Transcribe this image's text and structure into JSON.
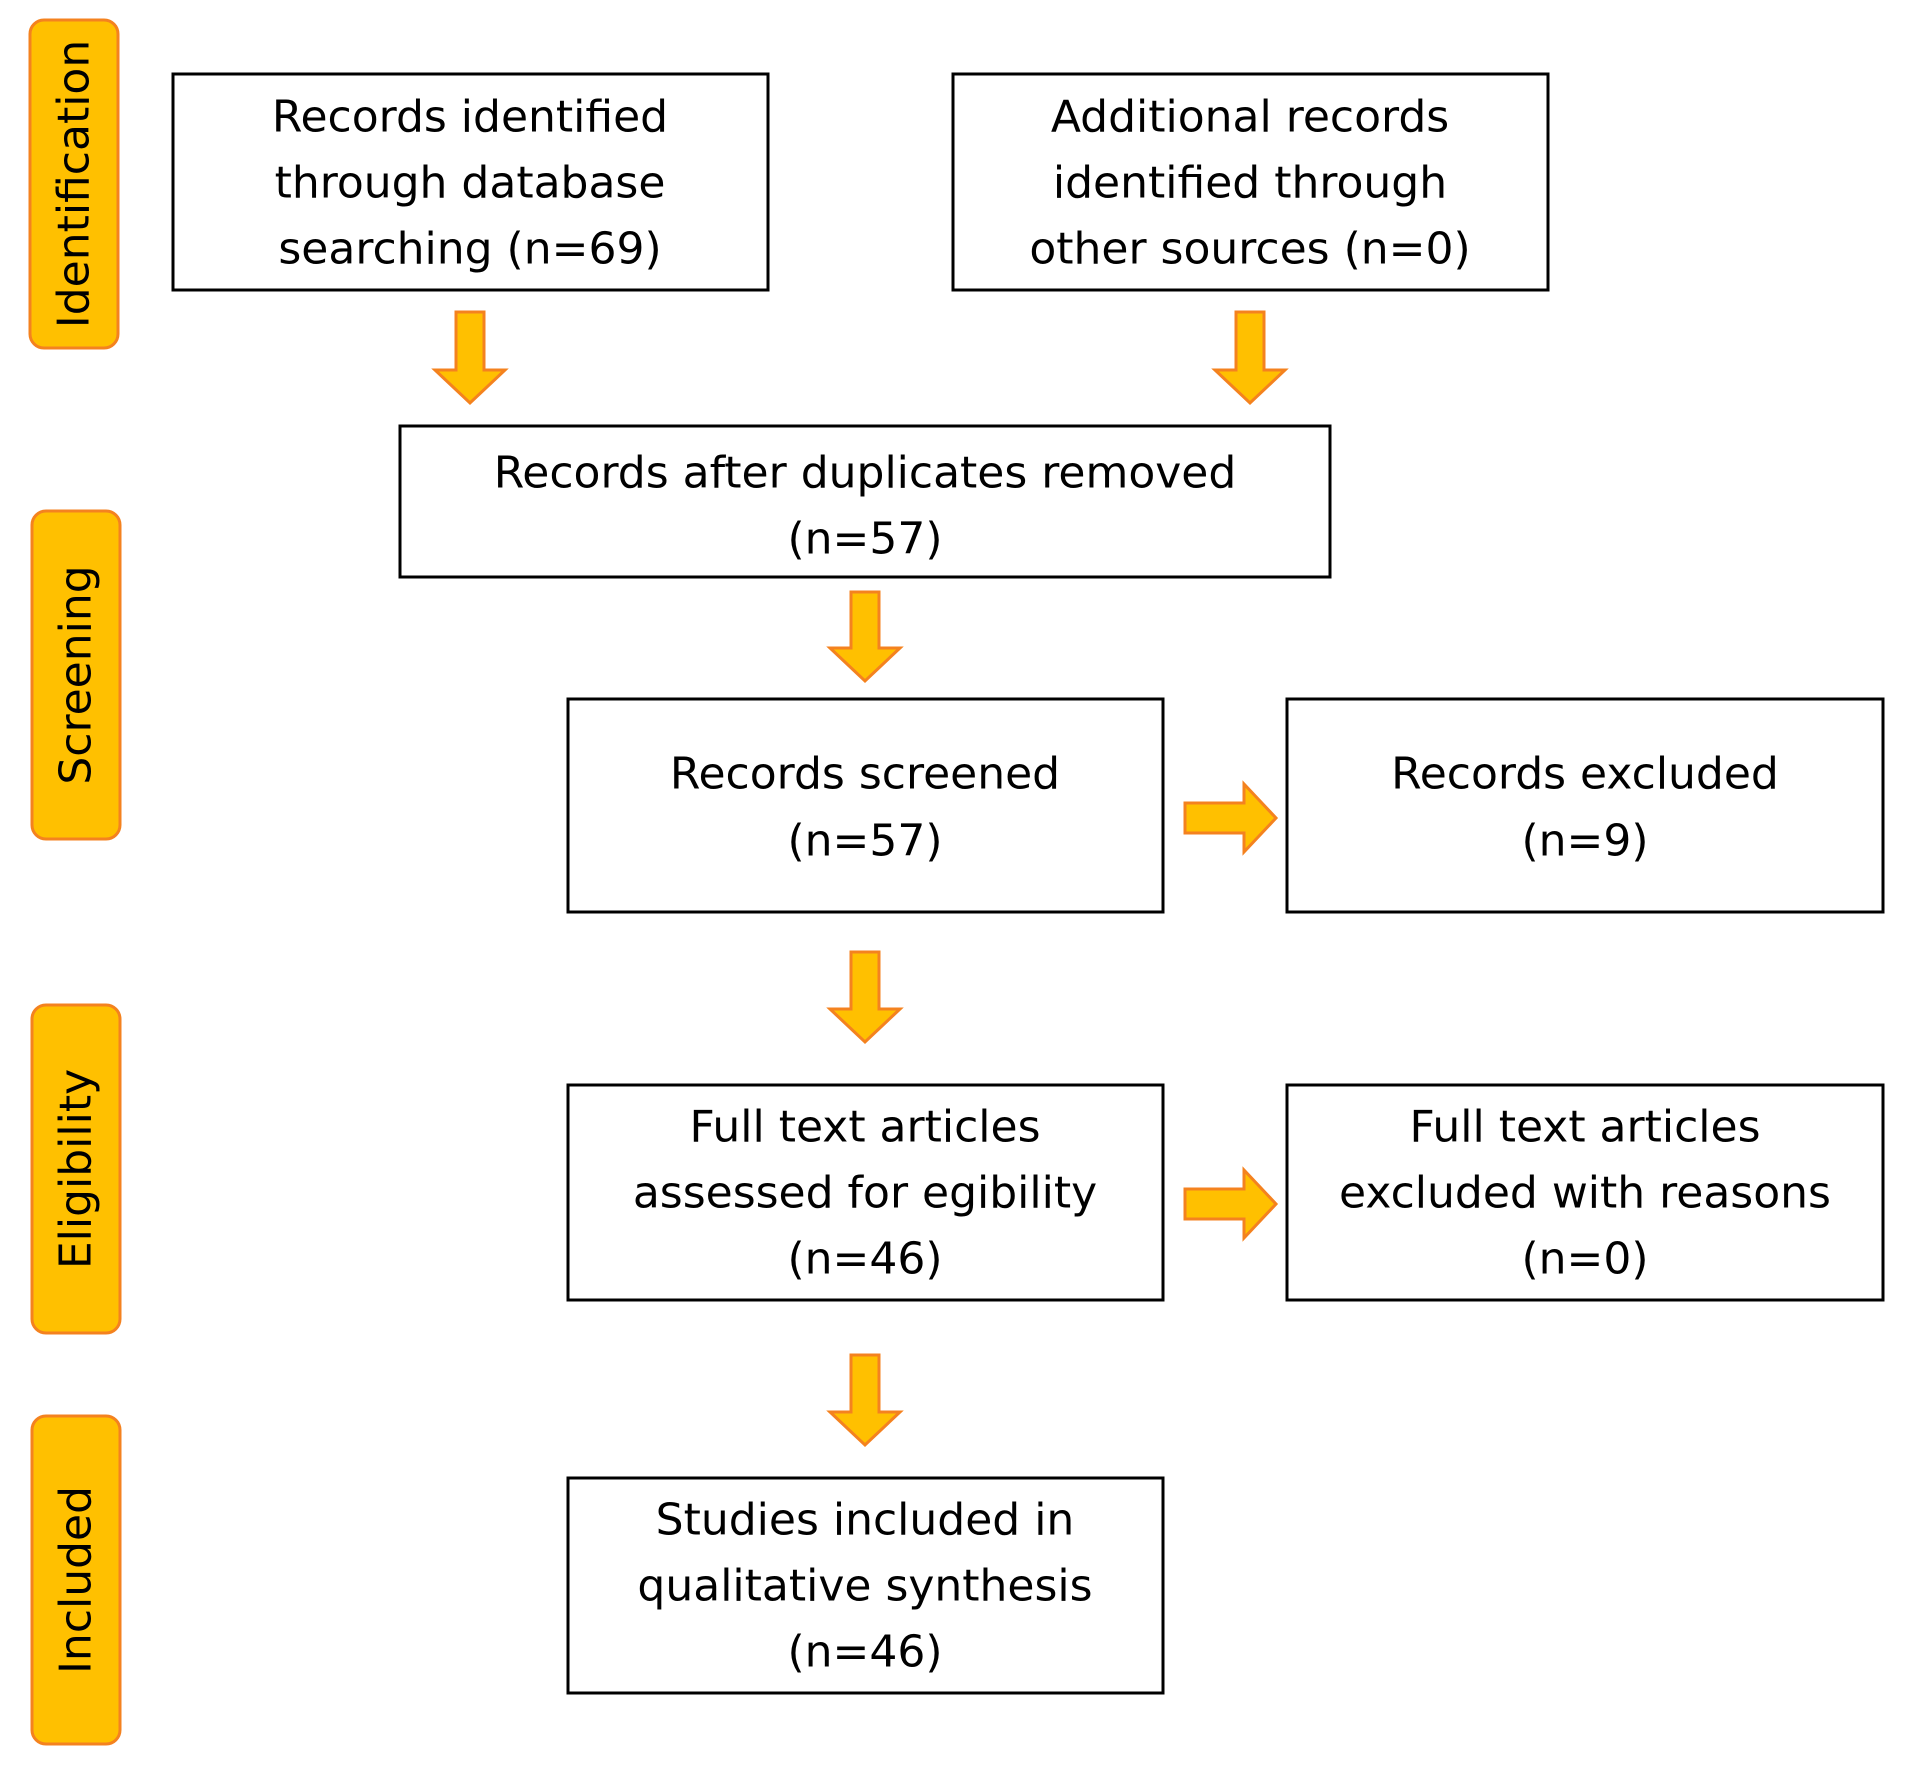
{
  "colors": {
    "phase_fill": "#FFC000",
    "phase_border": "#F4821F",
    "arrow_fill": "#FFC000",
    "arrow_border": "#F4821F",
    "box_border": "#000000",
    "background": "#FFFFFF"
  },
  "phases": [
    {
      "id": "identification",
      "label": "Identification"
    },
    {
      "id": "screening",
      "label": "Screening"
    },
    {
      "id": "eligibility",
      "label": "Eligibility"
    },
    {
      "id": "included",
      "label": "Included"
    }
  ],
  "boxes": [
    {
      "id": "database-records",
      "lines": [
        "Records identified",
        "through database",
        "searching (n=69)"
      ]
    },
    {
      "id": "additional-records",
      "lines": [
        "Additional records",
        "identified through",
        "other sources (n=0)"
      ]
    },
    {
      "id": "duplicates-removed",
      "lines": [
        "Records after duplicates removed",
        "(n=57)"
      ]
    },
    {
      "id": "records-screened",
      "lines": [
        "Records screened",
        "(n=57)"
      ]
    },
    {
      "id": "records-excluded",
      "lines": [
        "Records excluded",
        "(n=9)"
      ]
    },
    {
      "id": "fulltext-assessed",
      "lines": [
        "Full text articles",
        "assessed  for egibility",
        "(n=46)"
      ]
    },
    {
      "id": "fulltext-excluded",
      "lines": [
        "Full text articles",
        "excluded with reasons",
        "(n=0)"
      ]
    },
    {
      "id": "studies-included",
      "lines": [
        "Studies included in",
        "qualitative synthesis",
        "(n=46)"
      ]
    }
  ],
  "arrows": [
    {
      "id": "database-to-duplicates",
      "direction": "down"
    },
    {
      "id": "additional-to-duplicates",
      "direction": "down"
    },
    {
      "id": "duplicates-to-screened",
      "direction": "down"
    },
    {
      "id": "screened-to-excluded",
      "direction": "right"
    },
    {
      "id": "screened-to-assessed",
      "direction": "down"
    },
    {
      "id": "assessed-to-excluded",
      "direction": "right"
    },
    {
      "id": "assessed-to-included",
      "direction": "down"
    }
  ]
}
